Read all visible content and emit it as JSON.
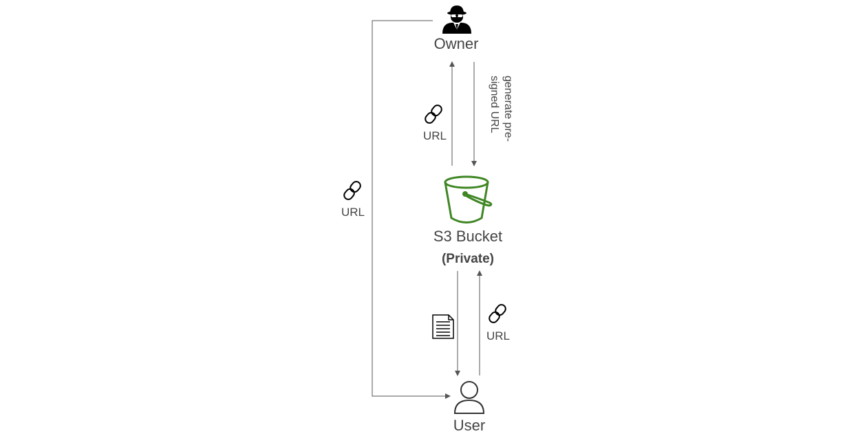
{
  "nodes": {
    "owner": "Owner",
    "bucket": "S3 Bucket",
    "bucket_sub": "(Private)",
    "user": "User"
  },
  "edges": {
    "url_owner": "URL",
    "url_left": "URL",
    "url_user": "URL",
    "generate": "generate pre-signed URL"
  },
  "colors": {
    "line": "#555555",
    "bucket": "#3f8624",
    "text": "#444444",
    "icon": "#000000"
  },
  "icons": {
    "owner": "owner-spy-icon",
    "bucket": "s3-bucket-icon",
    "user": "user-icon",
    "link": "link-icon",
    "document": "document-icon"
  }
}
